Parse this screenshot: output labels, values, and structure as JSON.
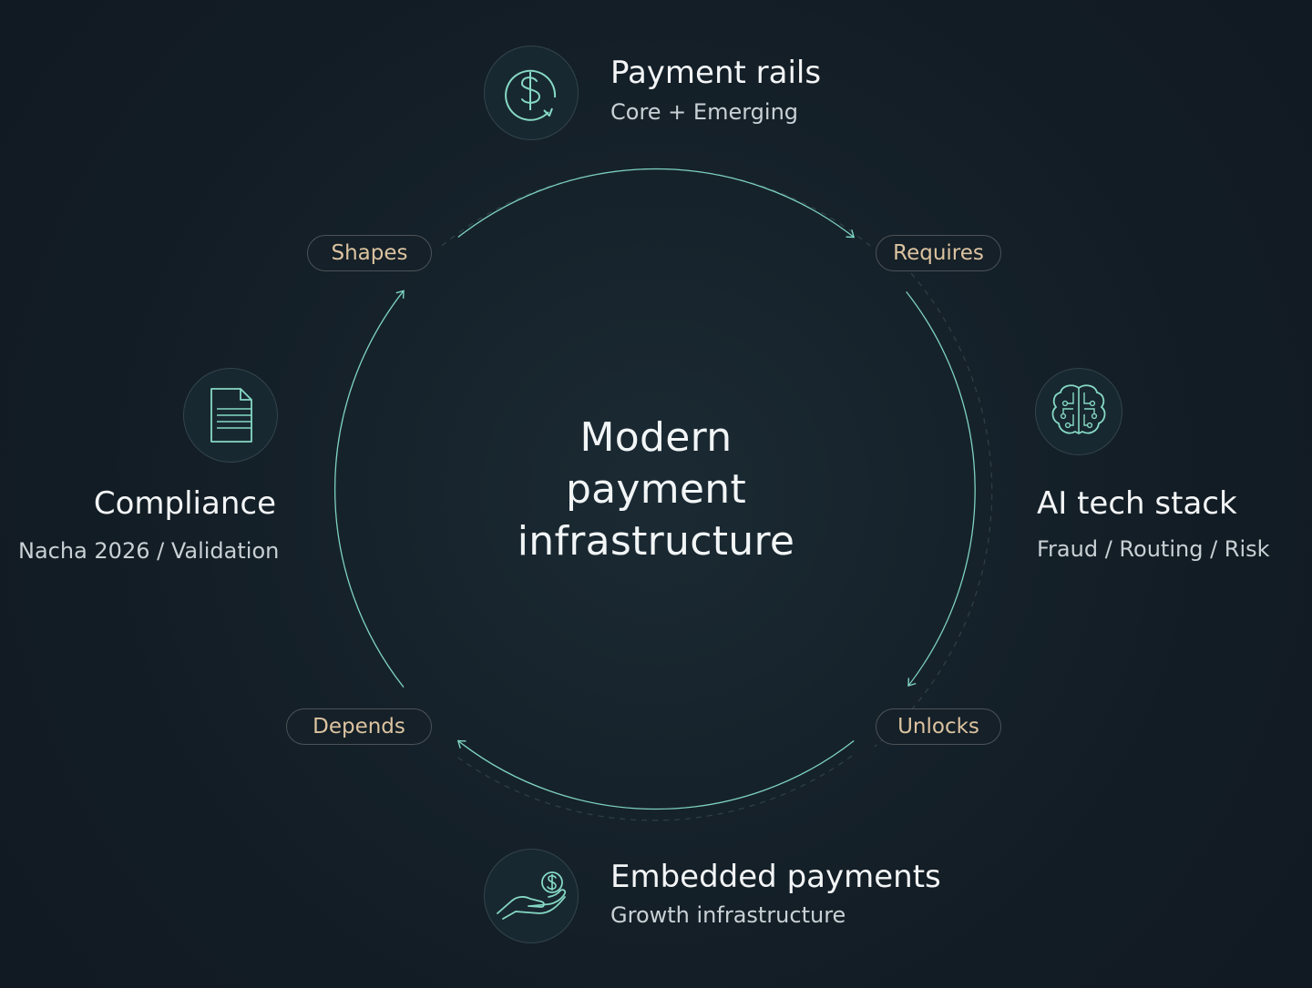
{
  "diagram": {
    "center": {
      "line1": "Modern",
      "line2": "payment",
      "line3": "infrastructure"
    },
    "nodes": {
      "payment_rails": {
        "title": "Payment rails",
        "subtitle": "Core + Emerging",
        "icon": "dollar-cycle-icon"
      },
      "ai_tech_stack": {
        "title": "AI tech stack",
        "subtitle": "Fraud / Routing / Risk",
        "icon": "brain-circuit-icon"
      },
      "embedded_payments": {
        "title": "Embedded payments",
        "subtitle": "Growth infrastructure",
        "icon": "hand-coin-icon"
      },
      "compliance": {
        "title": "Compliance",
        "subtitle": "Nacha 2026 / Validation",
        "icon": "document-icon"
      }
    },
    "connectors": {
      "shapes": "Shapes",
      "requires": "Requires",
      "unlocks": "Unlocks",
      "depends": "Depends"
    },
    "colors": {
      "background": "#111a22",
      "arc": "#7ed3c0",
      "icon": "#86d9c5",
      "pill_text": "#dcc3a0",
      "title_text": "#f3f5f6",
      "subtitle_text": "#c9d1d5"
    }
  }
}
